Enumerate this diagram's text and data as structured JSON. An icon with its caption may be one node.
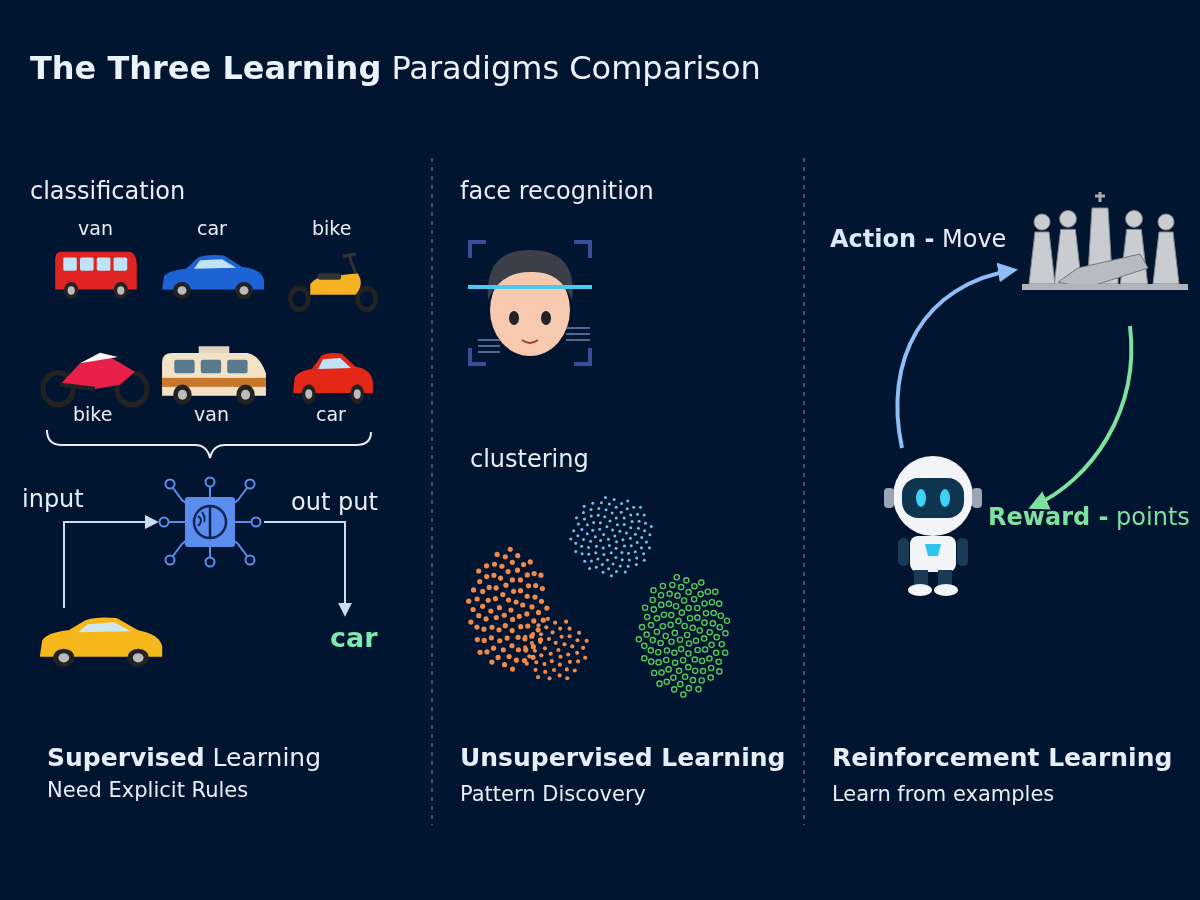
{
  "diagram": {
    "title": "**The Three Learning** Paradigms Comparison",
    "nodes": [
      {
        "text": [],
        "shape": "picture"
      },
      {
        "text": [],
        "shape": "picture"
      },
      {
        "text": [
          "car"
        ]
      },
      {
        "text": [],
        "shape": "picture"
      },
      {
        "text": [],
        "shape": "picture"
      }
    ],
    "edges": [
      {
        "from": 0,
        "to": 1,
        "arrow": "to",
        "label": "input",
        "color": "#c9dcf2"
      },
      {
        "from": 1,
        "to": 2,
        "arrow": "to",
        "label": "out put",
        "color": "#c9dcf2"
      },
      {
        "from": 3,
        "to": 4,
        "arrow": "to",
        "label": "**Action -** Move",
        "style": "thick",
        "color": "#8fbdf5"
      },
      {
        "from": 4,
        "to": 3,
        "arrow": "to",
        "label": "**Reward -** points",
        "style": "thick",
        "color": "#7fe0a0"
      }
    ],
    "labels": [
      "classification",
      "van",
      "car",
      "bike",
      "bike",
      "van",
      "car",
      "face recognition",
      "clustering",
      "**Supervised** Learning",
      "Need Explicit Rules",
      "Unsupervised Learning",
      "Pattern Discovery",
      "Reinforcement Learning",
      "Learn from examples"
    ]
  }
}
